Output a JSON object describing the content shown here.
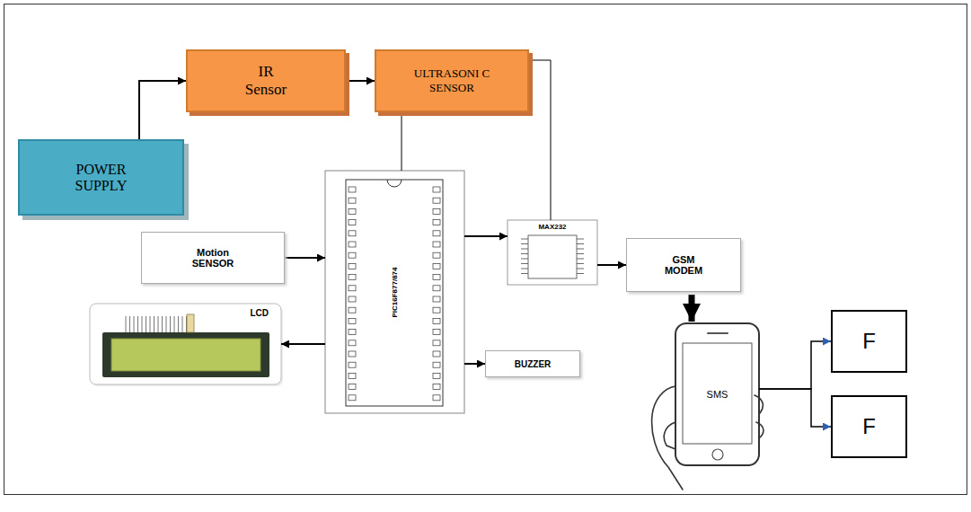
{
  "diagram": {
    "nodes": [
      {
        "text": [
          "POWER SUPPLY"
        ]
      },
      {
        "text": [
          "IR Sensor"
        ]
      },
      {
        "text": [
          "ULTRASONI C SENSOR"
        ]
      },
      {
        "text": [
          "Motion SENSOR"
        ]
      },
      {
        "text": [
          "PIC16F877/874"
        ]
      },
      {
        "text": [
          "MAX232"
        ]
      },
      {
        "text": [
          "GSM MODEM"
        ]
      },
      {
        "text": [
          "LCD"
        ]
      },
      {
        "text": [
          "BUZZER"
        ]
      },
      {
        "text": [
          "SMS"
        ]
      },
      {
        "text": [
          "F"
        ]
      },
      {
        "text": [
          "F"
        ]
      }
    ],
    "edges": [
      {
        "from": 0,
        "to": 1,
        "arrow": "to"
      },
      {
        "from": 1,
        "to": 2,
        "arrow": "to"
      },
      {
        "from": 2,
        "to": 4,
        "arrow": "none"
      },
      {
        "from": 2,
        "to": 5,
        "arrow": "none"
      },
      {
        "from": 3,
        "to": 4,
        "arrow": "to"
      },
      {
        "from": 4,
        "to": 5,
        "arrow": "to"
      },
      {
        "from": 5,
        "to": 6,
        "arrow": "to"
      },
      {
        "from": 4,
        "to": 7,
        "arrow": "to"
      },
      {
        "from": 4,
        "to": 8,
        "arrow": "to"
      },
      {
        "from": 6,
        "to": 9,
        "arrow": "to"
      },
      {
        "from": 9,
        "to": 10,
        "arrow": "to"
      },
      {
        "from": 9,
        "to": 11,
        "arrow": "to"
      }
    ]
  }
}
